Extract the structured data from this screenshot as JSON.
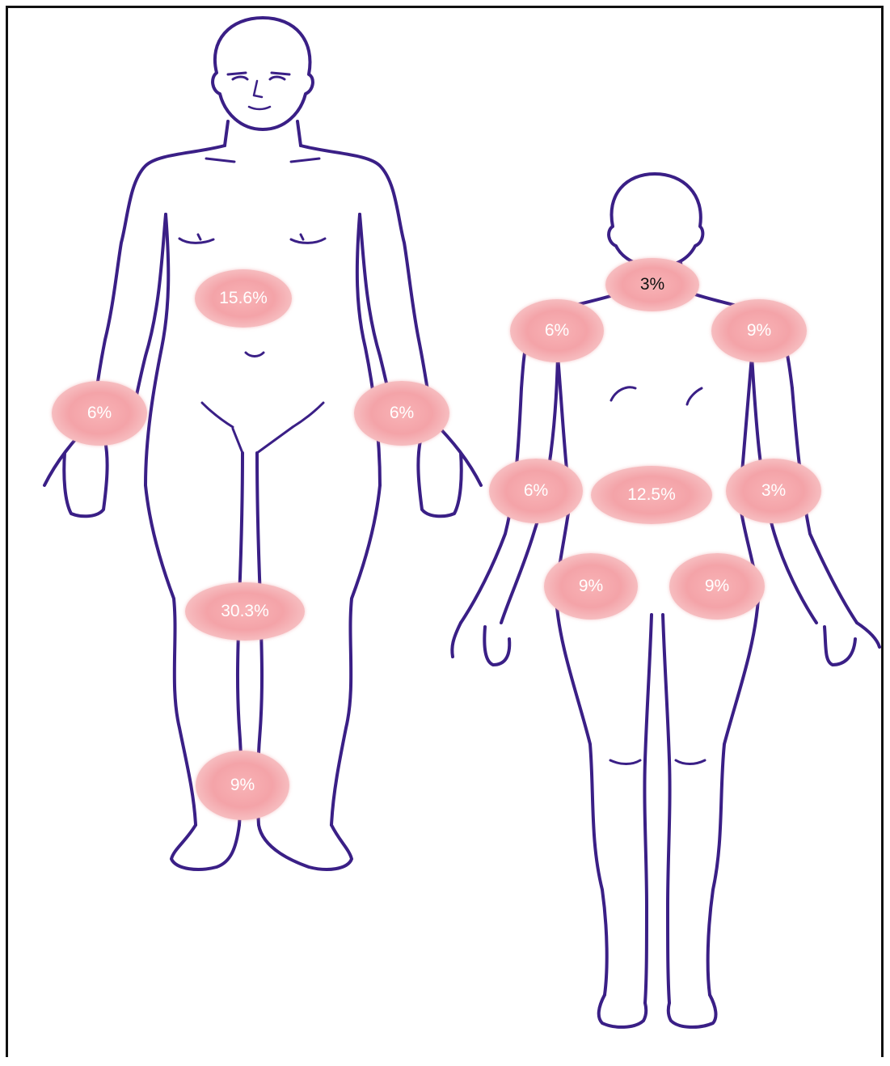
{
  "colors": {
    "outline": "#3a1f86",
    "spot_fill": "#f4a3a8",
    "spot_text": "#ffffff",
    "spot_text_dark": "#111111",
    "frame": "#111111"
  },
  "front": {
    "abdomen": "15.6%",
    "right_wrist": "6%",
    "left_wrist": "6%",
    "knees": "30.3%",
    "ankles": "9%"
  },
  "back": {
    "neck": "3%",
    "right_shoulder": "6%",
    "left_shoulder": "9%",
    "right_elbow": "6%",
    "lower_back": "12.5%",
    "left_elbow": "3%",
    "right_hip": "9%",
    "left_hip": "9%"
  }
}
